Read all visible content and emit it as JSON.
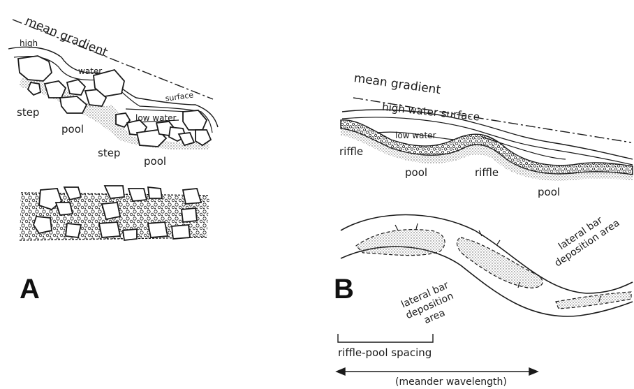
{
  "panel_a": {
    "panel_letter": "A",
    "mean_gradient": "mean gradient",
    "high": "high",
    "water": "water",
    "surface": "surface",
    "low_water": "low water",
    "step_1": "step",
    "pool_1": "pool",
    "step_2": "step",
    "pool_2": "pool"
  },
  "panel_b": {
    "panel_letter": "B",
    "mean_gradient": "mean gradient",
    "high_water_surface": "high water surface",
    "low_water": "low water",
    "riffle_1": "riffle",
    "pool_1": "pool",
    "riffle_2": "riffle",
    "pool_2": "pool",
    "lateral_bar_right": "lateral bar\ndeposition area",
    "lateral_bar_left": "lateral bar\ndeposition\narea",
    "riffle_pool_spacing": "riffle-pool spacing",
    "meander_wavelength": "(meander wavelength)"
  },
  "colors": {
    "ink": "#1a1a1a",
    "stipple": "#9a9a9a",
    "paper": "#ffffff"
  }
}
